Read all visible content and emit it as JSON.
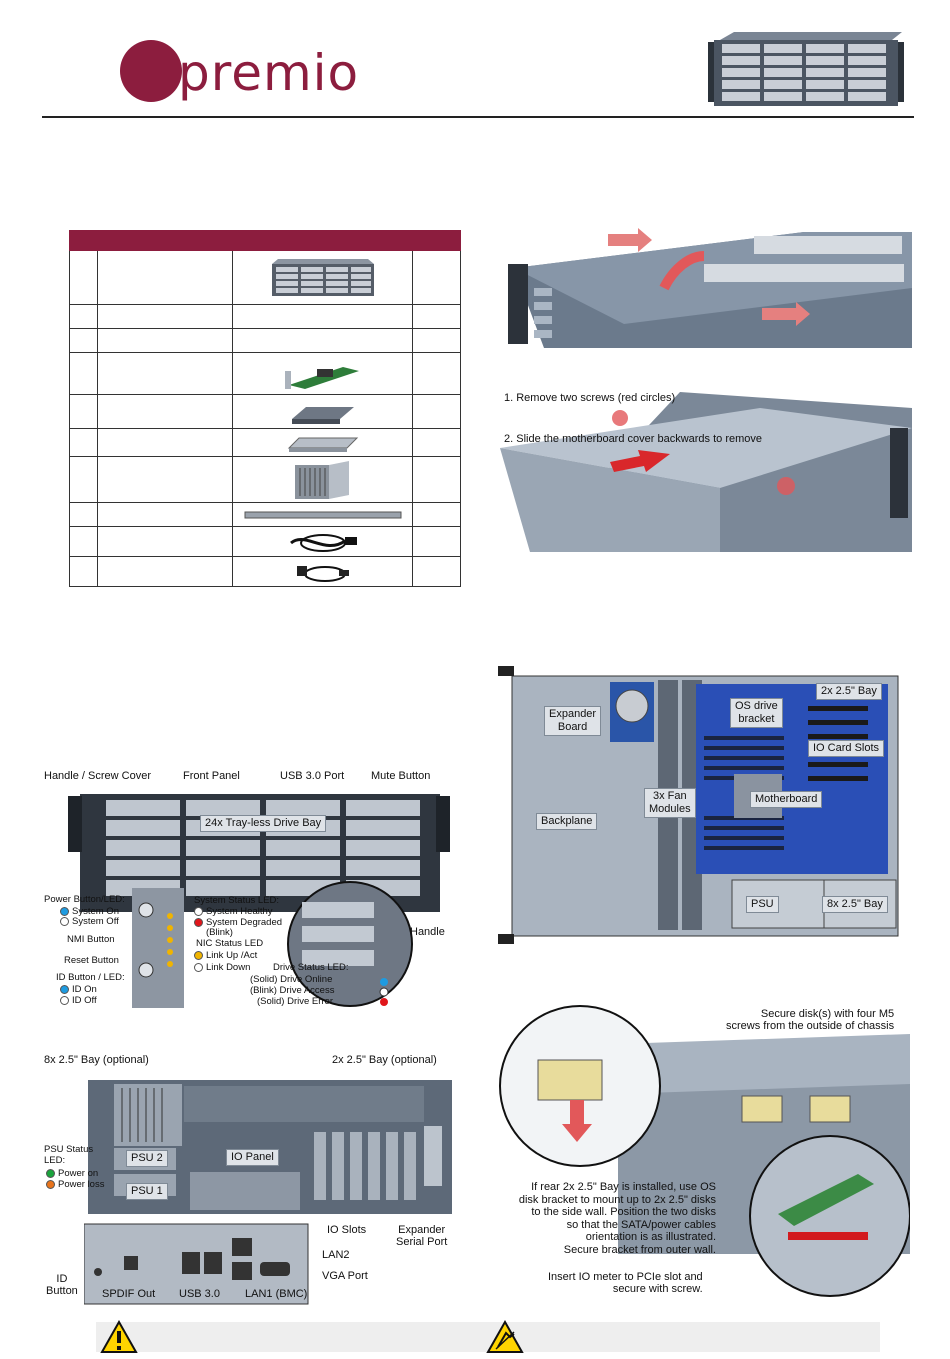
{
  "brand": {
    "name": "premio",
    "color": "#8c1d3e"
  },
  "package_table": {
    "rows": [
      {
        "image": "4u-chassis"
      },
      {
        "image": ""
      },
      {
        "image": ""
      },
      {
        "image": "expander-card"
      },
      {
        "image": "drive-bay-2x"
      },
      {
        "image": "drive-bay-bracket"
      },
      {
        "image": "drive-bay-8x"
      },
      {
        "image": "rail"
      },
      {
        "image": "power-cord"
      },
      {
        "image": "vga-cable"
      }
    ]
  },
  "cover_removal": {
    "step1": "1. Remove two screws (red circles)",
    "step2": "2. Slide the motherboard cover backwards to remove"
  },
  "top_view": {
    "expander_board": "Expander\nBoard",
    "os_drive_bracket": "OS drive\nbracket",
    "bay_2x": "2x 2.5\" Bay",
    "io_card_slots": "IO Card Slots",
    "fan_modules": "3x Fan\nModules",
    "motherboard": "Motherboard",
    "backplane": "Backplane",
    "psu": "PSU",
    "bay_8x": "8x 2.5\" Bay"
  },
  "front_view": {
    "handle_screw_cover": "Handle / Screw Cover",
    "front_panel": "Front Panel",
    "usb_port": "USB 3.0 Port",
    "mute_button": "Mute Button",
    "drive_bay": "24x Tray-less Drive Bay",
    "power_button_led": "Power Button/LED:",
    "system_on": "System On",
    "system_off": "System Off",
    "nmi_button": "NMI Button",
    "reset_button": "Reset Button",
    "id_button_led": "ID Button / LED:",
    "id_on": "ID On",
    "id_off": "ID Off",
    "system_status_led": "System Status LED:",
    "system_healthy": "System Healthy",
    "system_degraded": "System Degraded",
    "blink": "(Blink)",
    "nic_status_led": "NIC Status LED",
    "link_up": "Link Up /Act",
    "link_down": "Link Down",
    "drive_status_led": "Drive Status LED:",
    "drive_online": "(Solid) Drive Online",
    "drive_access": "(Blink) Drive Access",
    "drive_error": "(Solid) Drive Error",
    "handle": "Handle",
    "led_colors": {
      "blue": "#1e9be0",
      "amber": "#f0b400",
      "red": "#e0161b",
      "white": "#ffffff"
    }
  },
  "rear_view": {
    "bay_8x_optional": "8x 2.5\" Bay (optional)",
    "bay_2x_optional": "2x 2.5\" Bay (optional)",
    "psu_status_led": "PSU Status\nLED:",
    "power_on": "Power on",
    "power_loss": "Power loss",
    "psu2": "PSU 2",
    "psu1": "PSU 1",
    "io_panel": "IO Panel",
    "io_slots": "IO Slots",
    "expander_serial_port": "Expander\nSerial Port",
    "lan2": "LAN2",
    "vga_port": "VGA Port",
    "id_button": "ID\nButton",
    "spdif_out": "SPDIF Out",
    "usb30": "USB 3.0",
    "lan1": "LAN1 (BMC)",
    "led_colors": {
      "green": "#1aa33c",
      "orange": "#e8741c"
    }
  },
  "disk_install": {
    "secure_disks": "Secure disk(s) with four M5\nscrews from the outside of chassis",
    "rear_bay_note": "If rear 2x 2.5\" Bay is installed, use OS\ndisk bracket to mount up to 2x 2.5\" disks\nto the side wall. Position the two disks\nso that the SATA/power cables\norientation is as illustrated.\nSecure bracket from outer wall.",
    "insert_io": "Insert IO meter to PCIe slot and\nsecure with screw."
  }
}
